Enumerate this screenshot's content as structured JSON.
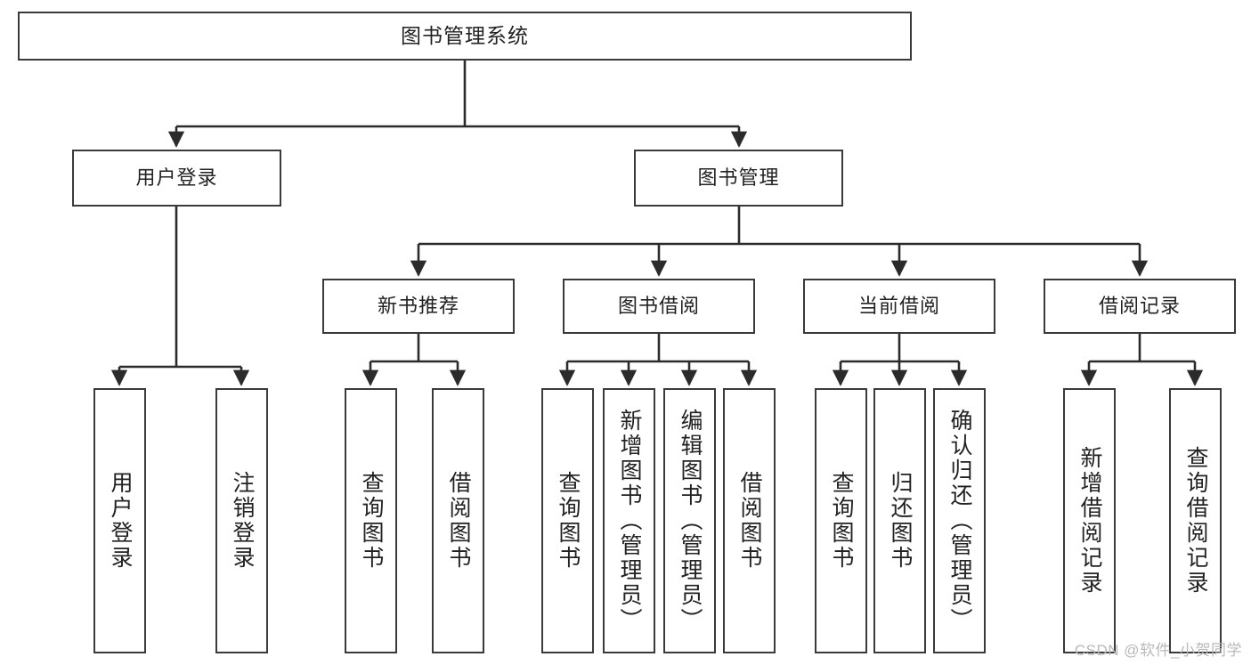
{
  "diagram": {
    "type": "tree-hierarchy-chart",
    "title": "图书管理系统",
    "watermark": "CSDN @软件_小贺同学",
    "colors": {
      "box_border": "#3a3a3a",
      "box_fill": "#ffffff",
      "edge": "#2b2b2b",
      "text": "#222222",
      "watermark": "#b9b9b9",
      "background": "#ffffff"
    },
    "nodes": {
      "root": {
        "label": "图书管理系统"
      },
      "level2": [
        {
          "label": "用户登录"
        },
        {
          "label": "图书管理"
        }
      ],
      "level3": [
        {
          "label": "新书推荐"
        },
        {
          "label": "图书借阅"
        },
        {
          "label": "当前借阅"
        },
        {
          "label": "借阅记录"
        }
      ],
      "leaves": {
        "user_login": [
          {
            "label": "用户登录"
          },
          {
            "label": "注销登录"
          }
        ],
        "new_book_recommend": [
          {
            "label": "查询图书"
          },
          {
            "label": "借阅图书"
          }
        ],
        "book_borrow": [
          {
            "label": "查询图书"
          },
          {
            "label": "新增图书（管理员）"
          },
          {
            "label": "编辑图书（管理员）"
          },
          {
            "label": "借阅图书"
          }
        ],
        "current_borrow": [
          {
            "label": "查询图书"
          },
          {
            "label": "归还图书"
          },
          {
            "label": "确认归还（管理员）"
          }
        ],
        "borrow_record": [
          {
            "label": "新增借阅记录"
          },
          {
            "label": "查询借阅记录"
          }
        ]
      }
    }
  }
}
